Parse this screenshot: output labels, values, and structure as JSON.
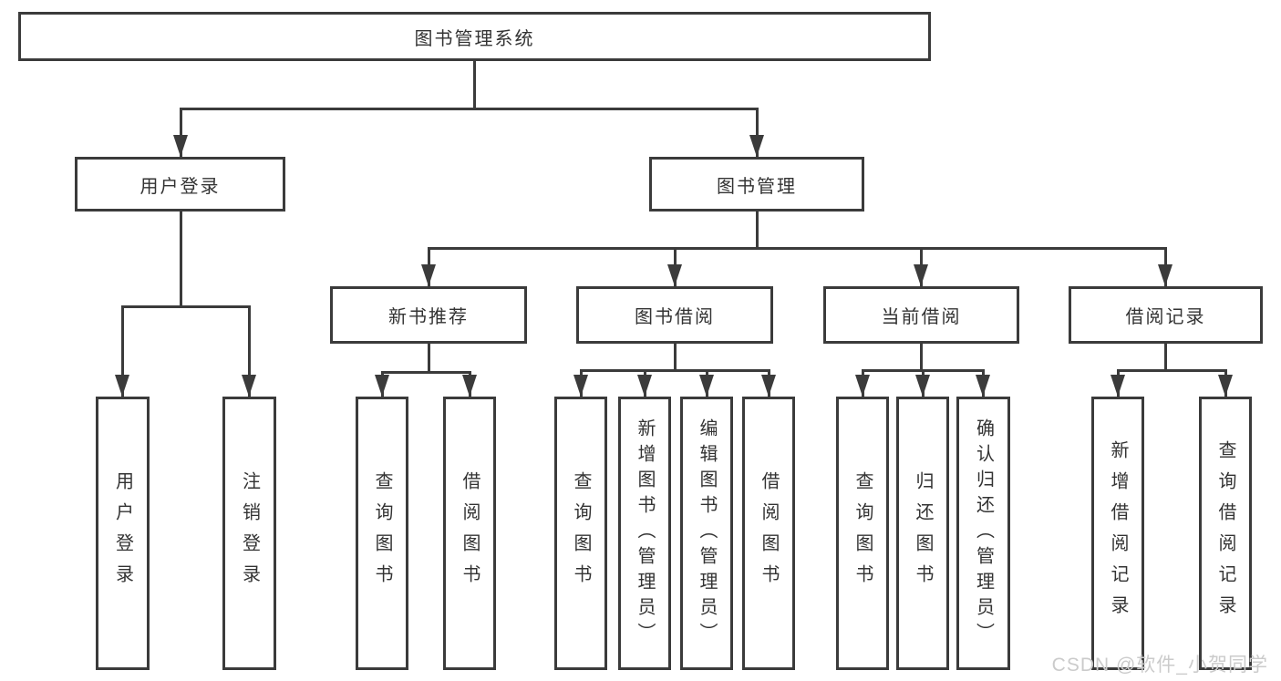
{
  "diagram": {
    "title": "图书管理系统",
    "root": {
      "label": "图书管理系统"
    },
    "level2": [
      {
        "label": "用户登录"
      },
      {
        "label": "图书管理"
      }
    ],
    "level3": [
      {
        "label": "新书推荐",
        "parent": "图书管理"
      },
      {
        "label": "图书借阅",
        "parent": "图书管理"
      },
      {
        "label": "当前借阅",
        "parent": "图书管理"
      },
      {
        "label": "借阅记录",
        "parent": "图书管理"
      }
    ],
    "leaves": [
      {
        "label": "用户登录",
        "parent": "用户登录"
      },
      {
        "label": "注销登录",
        "parent": "用户登录"
      },
      {
        "label": "查询图书",
        "parent": "新书推荐"
      },
      {
        "label": "借阅图书",
        "parent": "新书推荐"
      },
      {
        "label": "查询图书",
        "parent": "图书借阅"
      },
      {
        "label": "新增图书（管理员）",
        "parent": "图书借阅"
      },
      {
        "label": "编辑图书（管理员）",
        "parent": "图书借阅"
      },
      {
        "label": "借阅图书",
        "parent": "图书借阅"
      },
      {
        "label": "查询图书",
        "parent": "当前借阅"
      },
      {
        "label": "归还图书",
        "parent": "当前借阅"
      },
      {
        "label": "确认归还（管理员）",
        "parent": "当前借阅"
      },
      {
        "label": "新增借阅记录",
        "parent": "借阅记录"
      },
      {
        "label": "查询借阅记录",
        "parent": "借阅记录"
      }
    ],
    "colors": {
      "line": "#3b3b3b",
      "text": "#333333",
      "background": "#ffffff",
      "watermark": "#cbcbcb"
    }
  },
  "watermark": {
    "text": "CSDN @软件_小贺同学"
  }
}
